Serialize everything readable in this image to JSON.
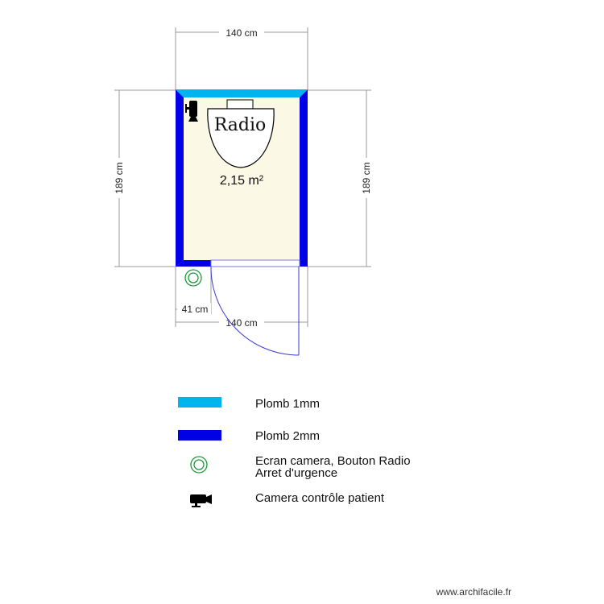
{
  "plan": {
    "dimensions": {
      "top_width": "140 cm",
      "left_height": "189 cm",
      "right_height": "189 cm",
      "bottom_width": "140 cm",
      "door_offset": "41 cm"
    },
    "room": {
      "equipment_label": "Radio",
      "area": "2,15 m²"
    }
  },
  "legend": {
    "items": [
      {
        "icon": "lead-1mm-swatch",
        "color": "#00b4f0",
        "label": "Plomb 1mm"
      },
      {
        "icon": "lead-2mm-swatch",
        "color": "#0000e6",
        "label": "Plomb 2mm"
      },
      {
        "icon": "emergency-button-icon",
        "color": "#1a9a3a",
        "label_line1": "Ecran camera, Bouton Radio",
        "label_line2": "Arret d'urgence"
      },
      {
        "icon": "camera-icon",
        "color": "#000000",
        "label": "Camera contrôle patient"
      }
    ]
  },
  "footer": {
    "watermark": "www.archifacile.fr"
  },
  "colors": {
    "lead_1mm": "#00b4f0",
    "lead_2mm": "#0000e6",
    "room_fill": "#fbf8e6",
    "door": "#3a3ad0",
    "dimension_line": "#9a9a9a",
    "button": "#1a9a3a"
  }
}
